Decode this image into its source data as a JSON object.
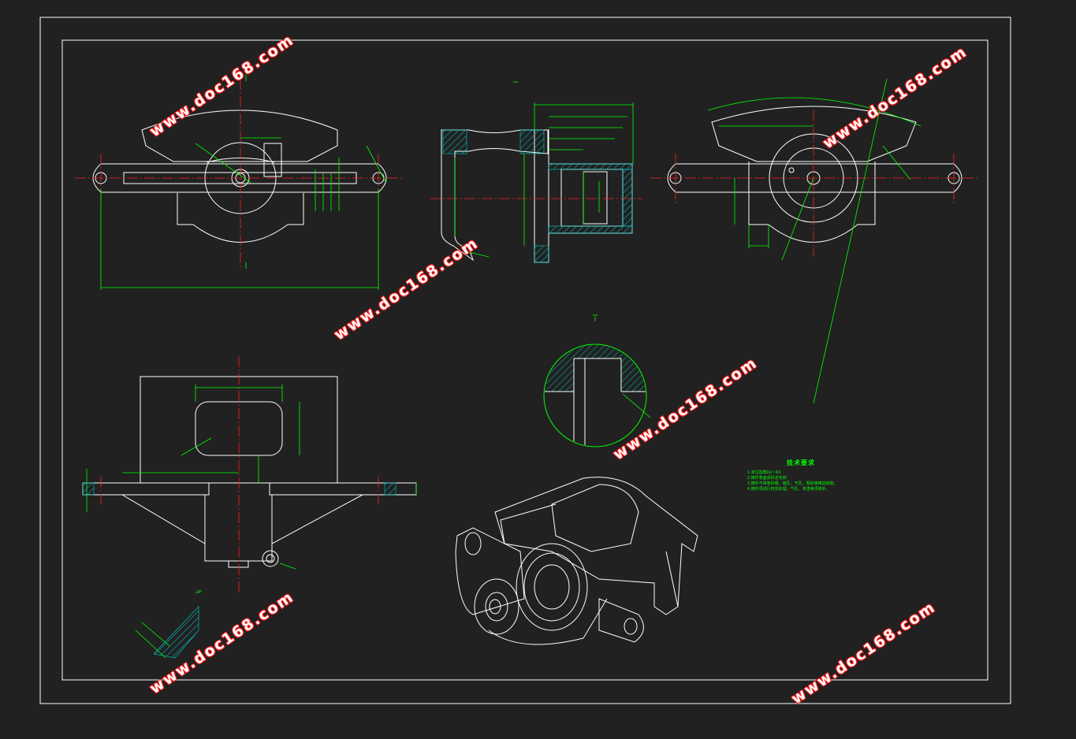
{
  "colors": {
    "background": "#212121",
    "outline": "#ffffff",
    "dimension": "#00ff00",
    "centerline": "#ff2020",
    "hatch": "#00c8c8"
  },
  "watermark": "www.doc168.com",
  "views": {
    "front": {
      "name": "front-view"
    },
    "section": {
      "name": "section-a-a-view"
    },
    "side": {
      "name": "side-view"
    },
    "top": {
      "name": "top-view"
    },
    "detail": {
      "name": "detail-circle-view"
    },
    "isometric": {
      "name": "isometric-view"
    }
  },
  "tech_notes": {
    "title": "技术要求",
    "lines": [
      "1.未注圆角R2~R3",
      "2.铸件表面清砂去毛刺",
      "3.铸件不得有砂眼、缩孔、气孔、裂纹等铸造缺陷。",
      "4.铸件须进行时效处理，气孔、夹渣等须修补。"
    ]
  }
}
